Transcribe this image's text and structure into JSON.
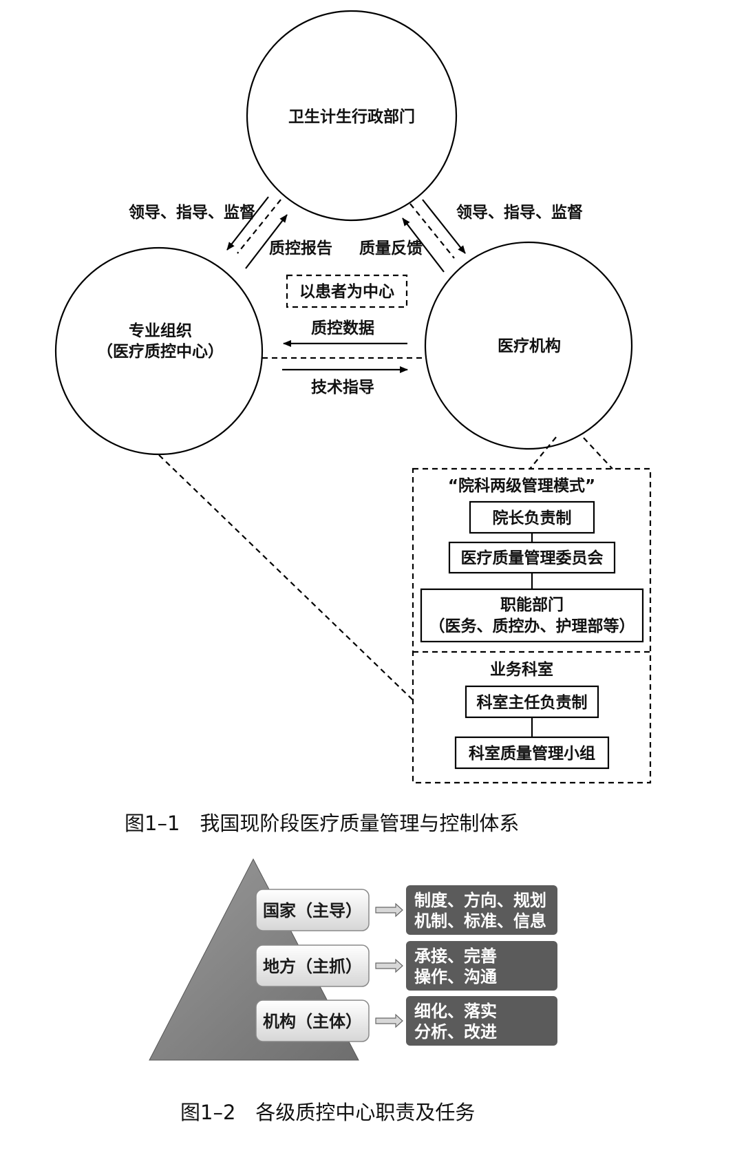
{
  "figure1": {
    "nodes": {
      "health_dept": "卫生计生行政部门",
      "professional_org_line1": "专业组织",
      "professional_org_line2": "（医疗质控中心）",
      "medical_institution": "医疗机构"
    },
    "edges": {
      "lead_left": "领导、指导、监督",
      "lead_right": "领导、指导、监督",
      "qc_report": "质控报告",
      "quality_feedback": "质量反馈",
      "patient_center": "以患者为中心",
      "qc_data": "质控数据",
      "tech_guidance": "技术指导"
    },
    "management_model": {
      "title": "“院科两级管理模式”",
      "hospital_level": [
        "院长负责制",
        "医疗质量管理委员会"
      ],
      "functional_dept_line1": "职能部门",
      "functional_dept_line2": "（医务、质控办、护理部等）",
      "dept_title": "业务科室",
      "dept_level": [
        "科室主任负责制",
        "科室质量管理小组"
      ]
    },
    "caption": "图1–1　我国现阶段医疗质量管理与控制体系"
  },
  "figure2": {
    "levels": [
      {
        "label": "国家（主导）",
        "duties_line1": "制度、方向、规划",
        "duties_line2": "机制、标准、信息"
      },
      {
        "label": "地方（主抓）",
        "duties_line1": "承接、完善",
        "duties_line2": "操作、沟通"
      },
      {
        "label": "机构（主体）",
        "duties_line1": "细化、落实",
        "duties_line2": "分析、改进"
      }
    ],
    "caption": "图1–2　各级质控中心职责及任务"
  }
}
